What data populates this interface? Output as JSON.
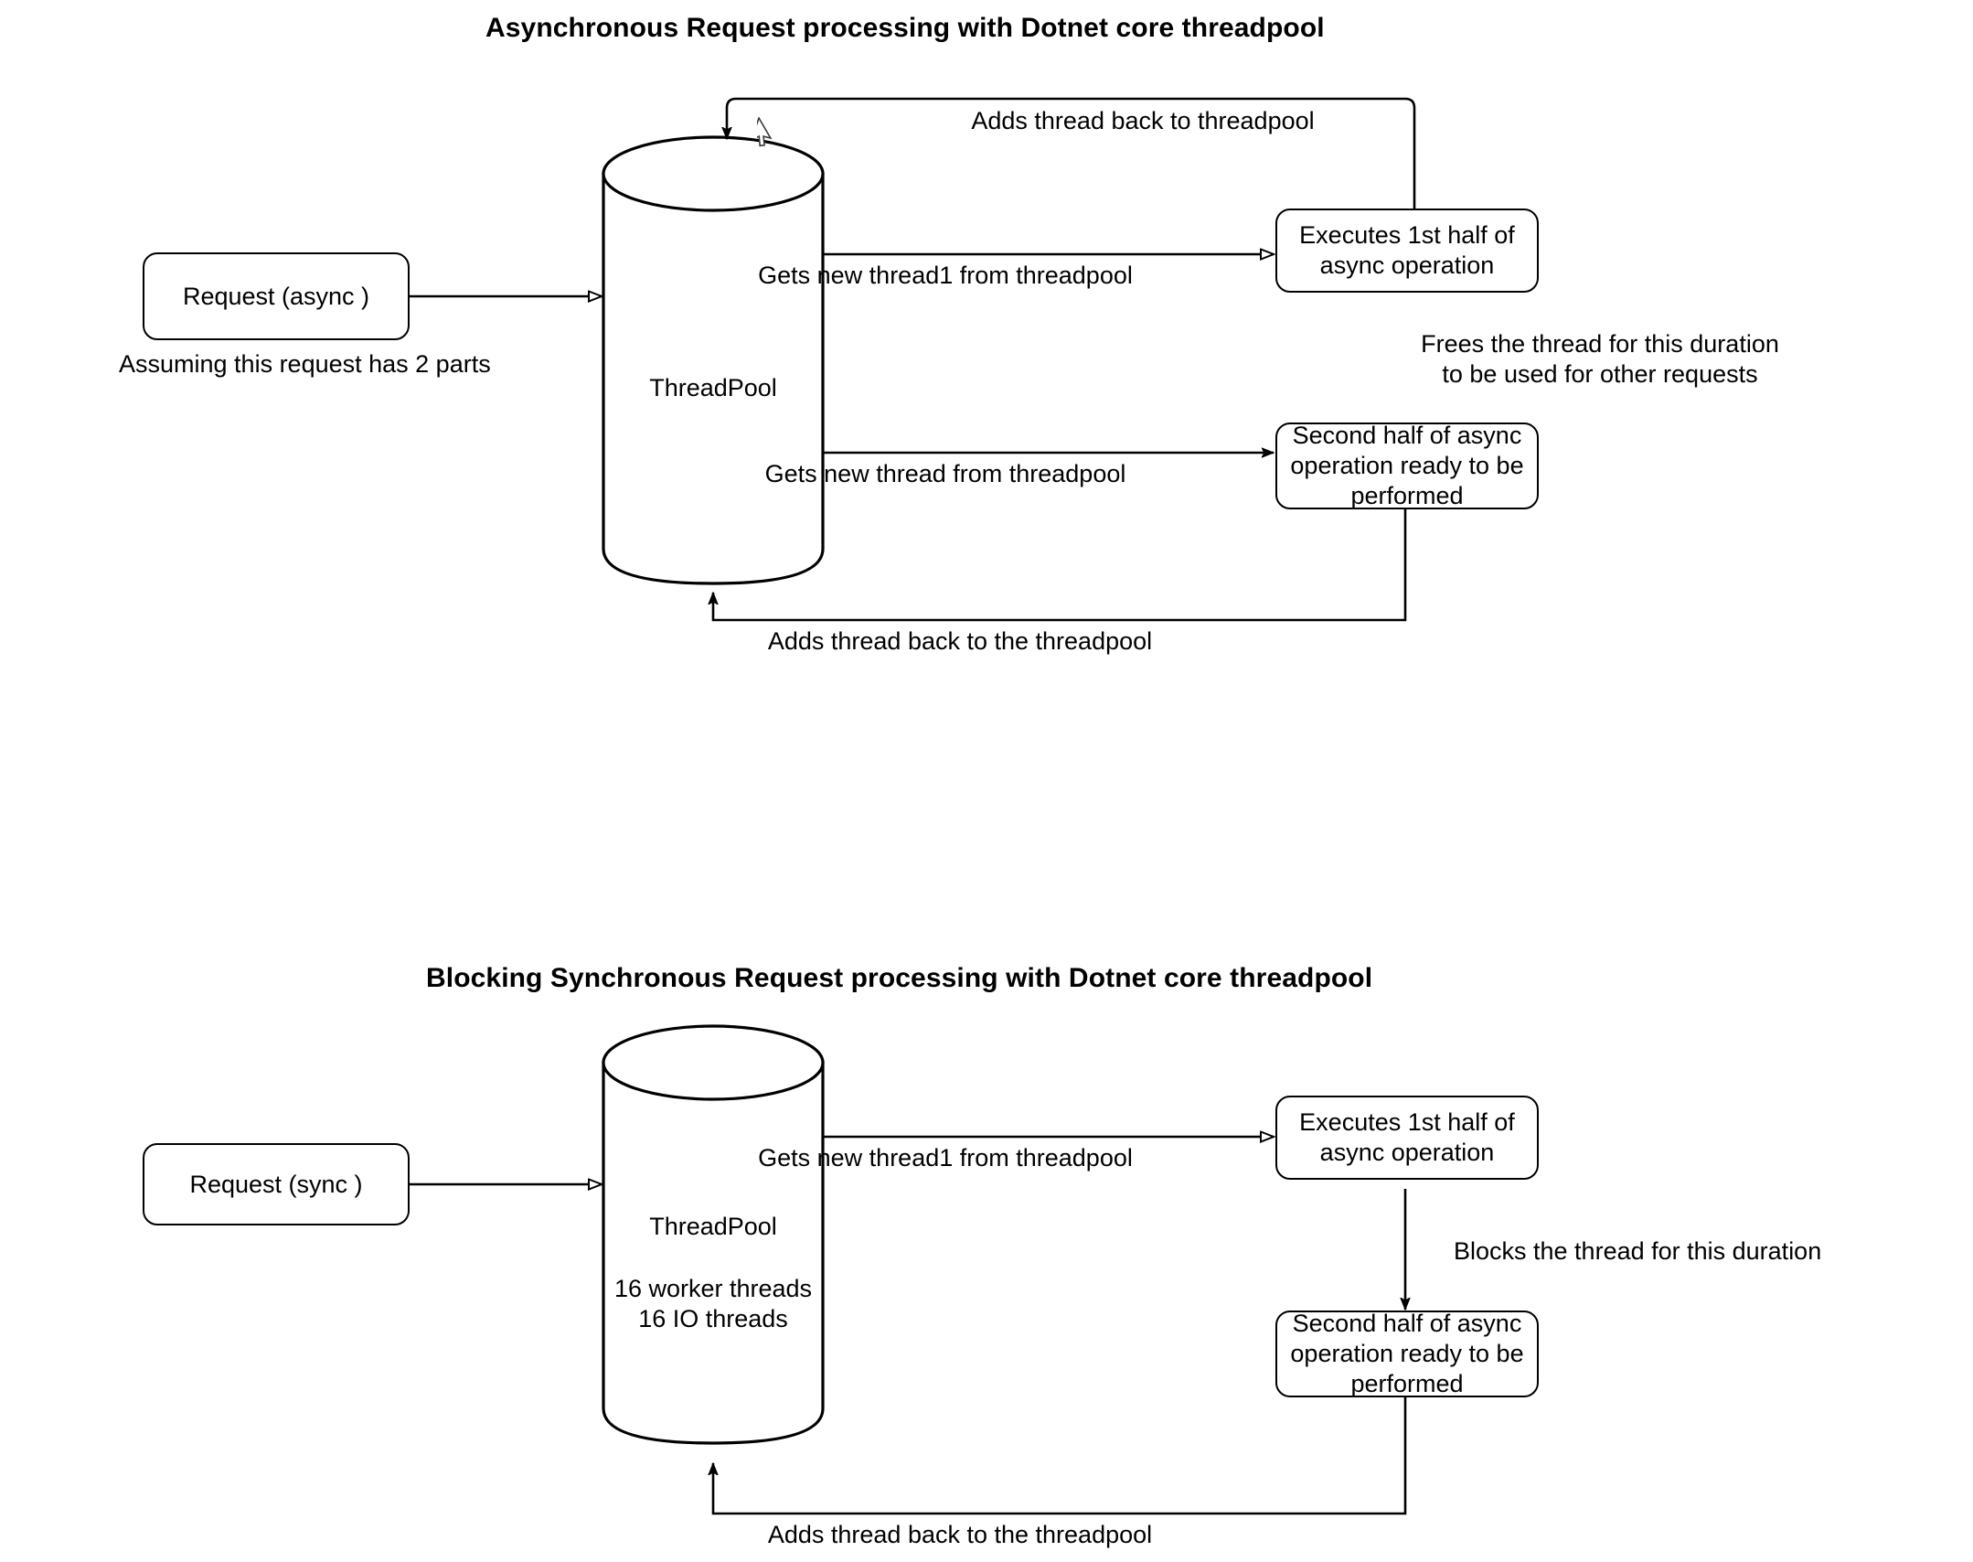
{
  "page": {
    "background": "#ffffff",
    "stroke_color": "#000000",
    "text_color": "#000000"
  },
  "diagrams": [
    {
      "id": "async",
      "title": "Asynchronous Request processing with Dotnet core threadpool",
      "request_box": "Request (async )",
      "request_note": "Assuming this request has 2 parts",
      "threadpool_label": "ThreadPool",
      "threadpool_detail": "",
      "edges": {
        "return_top": "Adds thread back to threadpool",
        "get_thread_1": "Gets new thread1 from threadpool",
        "get_thread_2": "Gets new thread from threadpool",
        "return_bottom": "Adds thread back to the threadpool"
      },
      "boxes": {
        "first_half": "Executes 1st half of\nasync operation",
        "second_half": "Second half of async\noperation ready to be\nperformed"
      },
      "side_note": "Frees the thread for this duration\nto be used for other requests",
      "cursor_visible": true
    },
    {
      "id": "sync",
      "title": "Blocking Synchronous Request processing with Dotnet core threadpool",
      "request_box": "Request (sync )",
      "request_note": "",
      "threadpool_label": "ThreadPool",
      "threadpool_detail": "16 worker threads\n16 IO threads",
      "edges": {
        "return_top": "",
        "get_thread_1": "Gets new thread1 from threadpool",
        "get_thread_2": "",
        "return_bottom": "Adds thread back to the threadpool"
      },
      "boxes": {
        "first_half": "Executes 1st half of\nasync operation",
        "second_half": "Second half of async\noperation ready to be\nperformed"
      },
      "side_note": "Blocks the thread for this duration",
      "cursor_visible": false
    }
  ],
  "icons": {
    "cursor": "mouse-pointer-icon"
  }
}
